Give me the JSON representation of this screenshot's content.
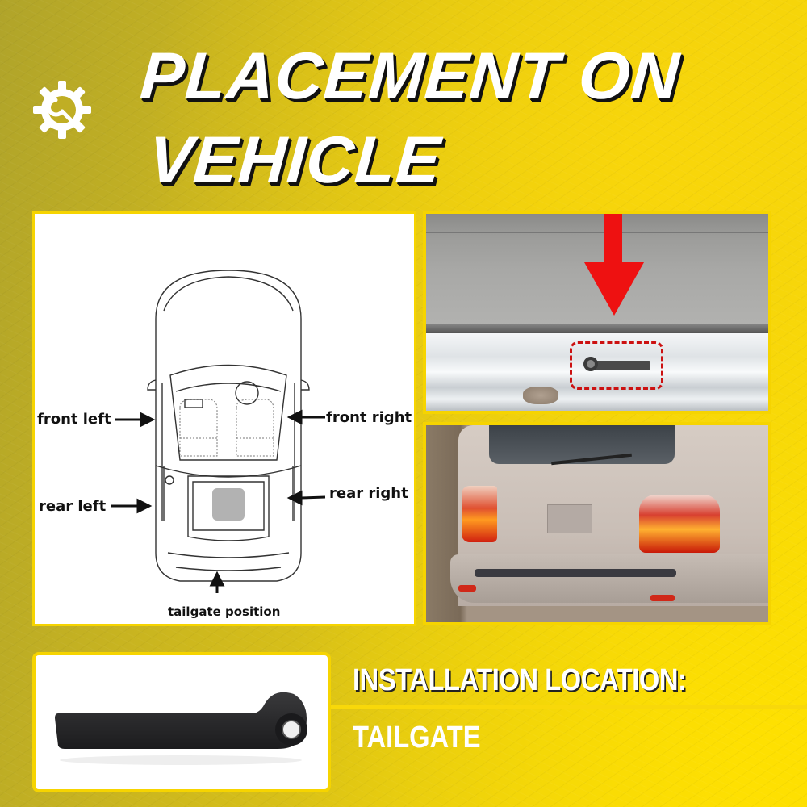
{
  "header": {
    "icon": "gear-wrench-icon",
    "title_line1": "PLACEMENT ON",
    "title_line2": "VEHICLE"
  },
  "diagram": {
    "labels": {
      "front_left": "front left",
      "front_right": "front right",
      "rear_left": "rear left",
      "rear_right": "rear right",
      "tailgate": "tailgate position"
    }
  },
  "photos": {
    "top": {
      "description": "tailgate-closeup-with-red-arrow",
      "highlight": "red-dashed-box"
    },
    "bottom": {
      "description": "rear-of-silver-suv"
    }
  },
  "product": {
    "description": "black-tailgate-handle-lever"
  },
  "installation": {
    "title": "INSTALLATION LOCATION:",
    "value": "TAILGATE"
  },
  "colors": {
    "accent_yellow": "#f6d400",
    "background_yellow": "#e0c614",
    "arrow_red": "#ee1111",
    "text_white": "#ffffff"
  }
}
